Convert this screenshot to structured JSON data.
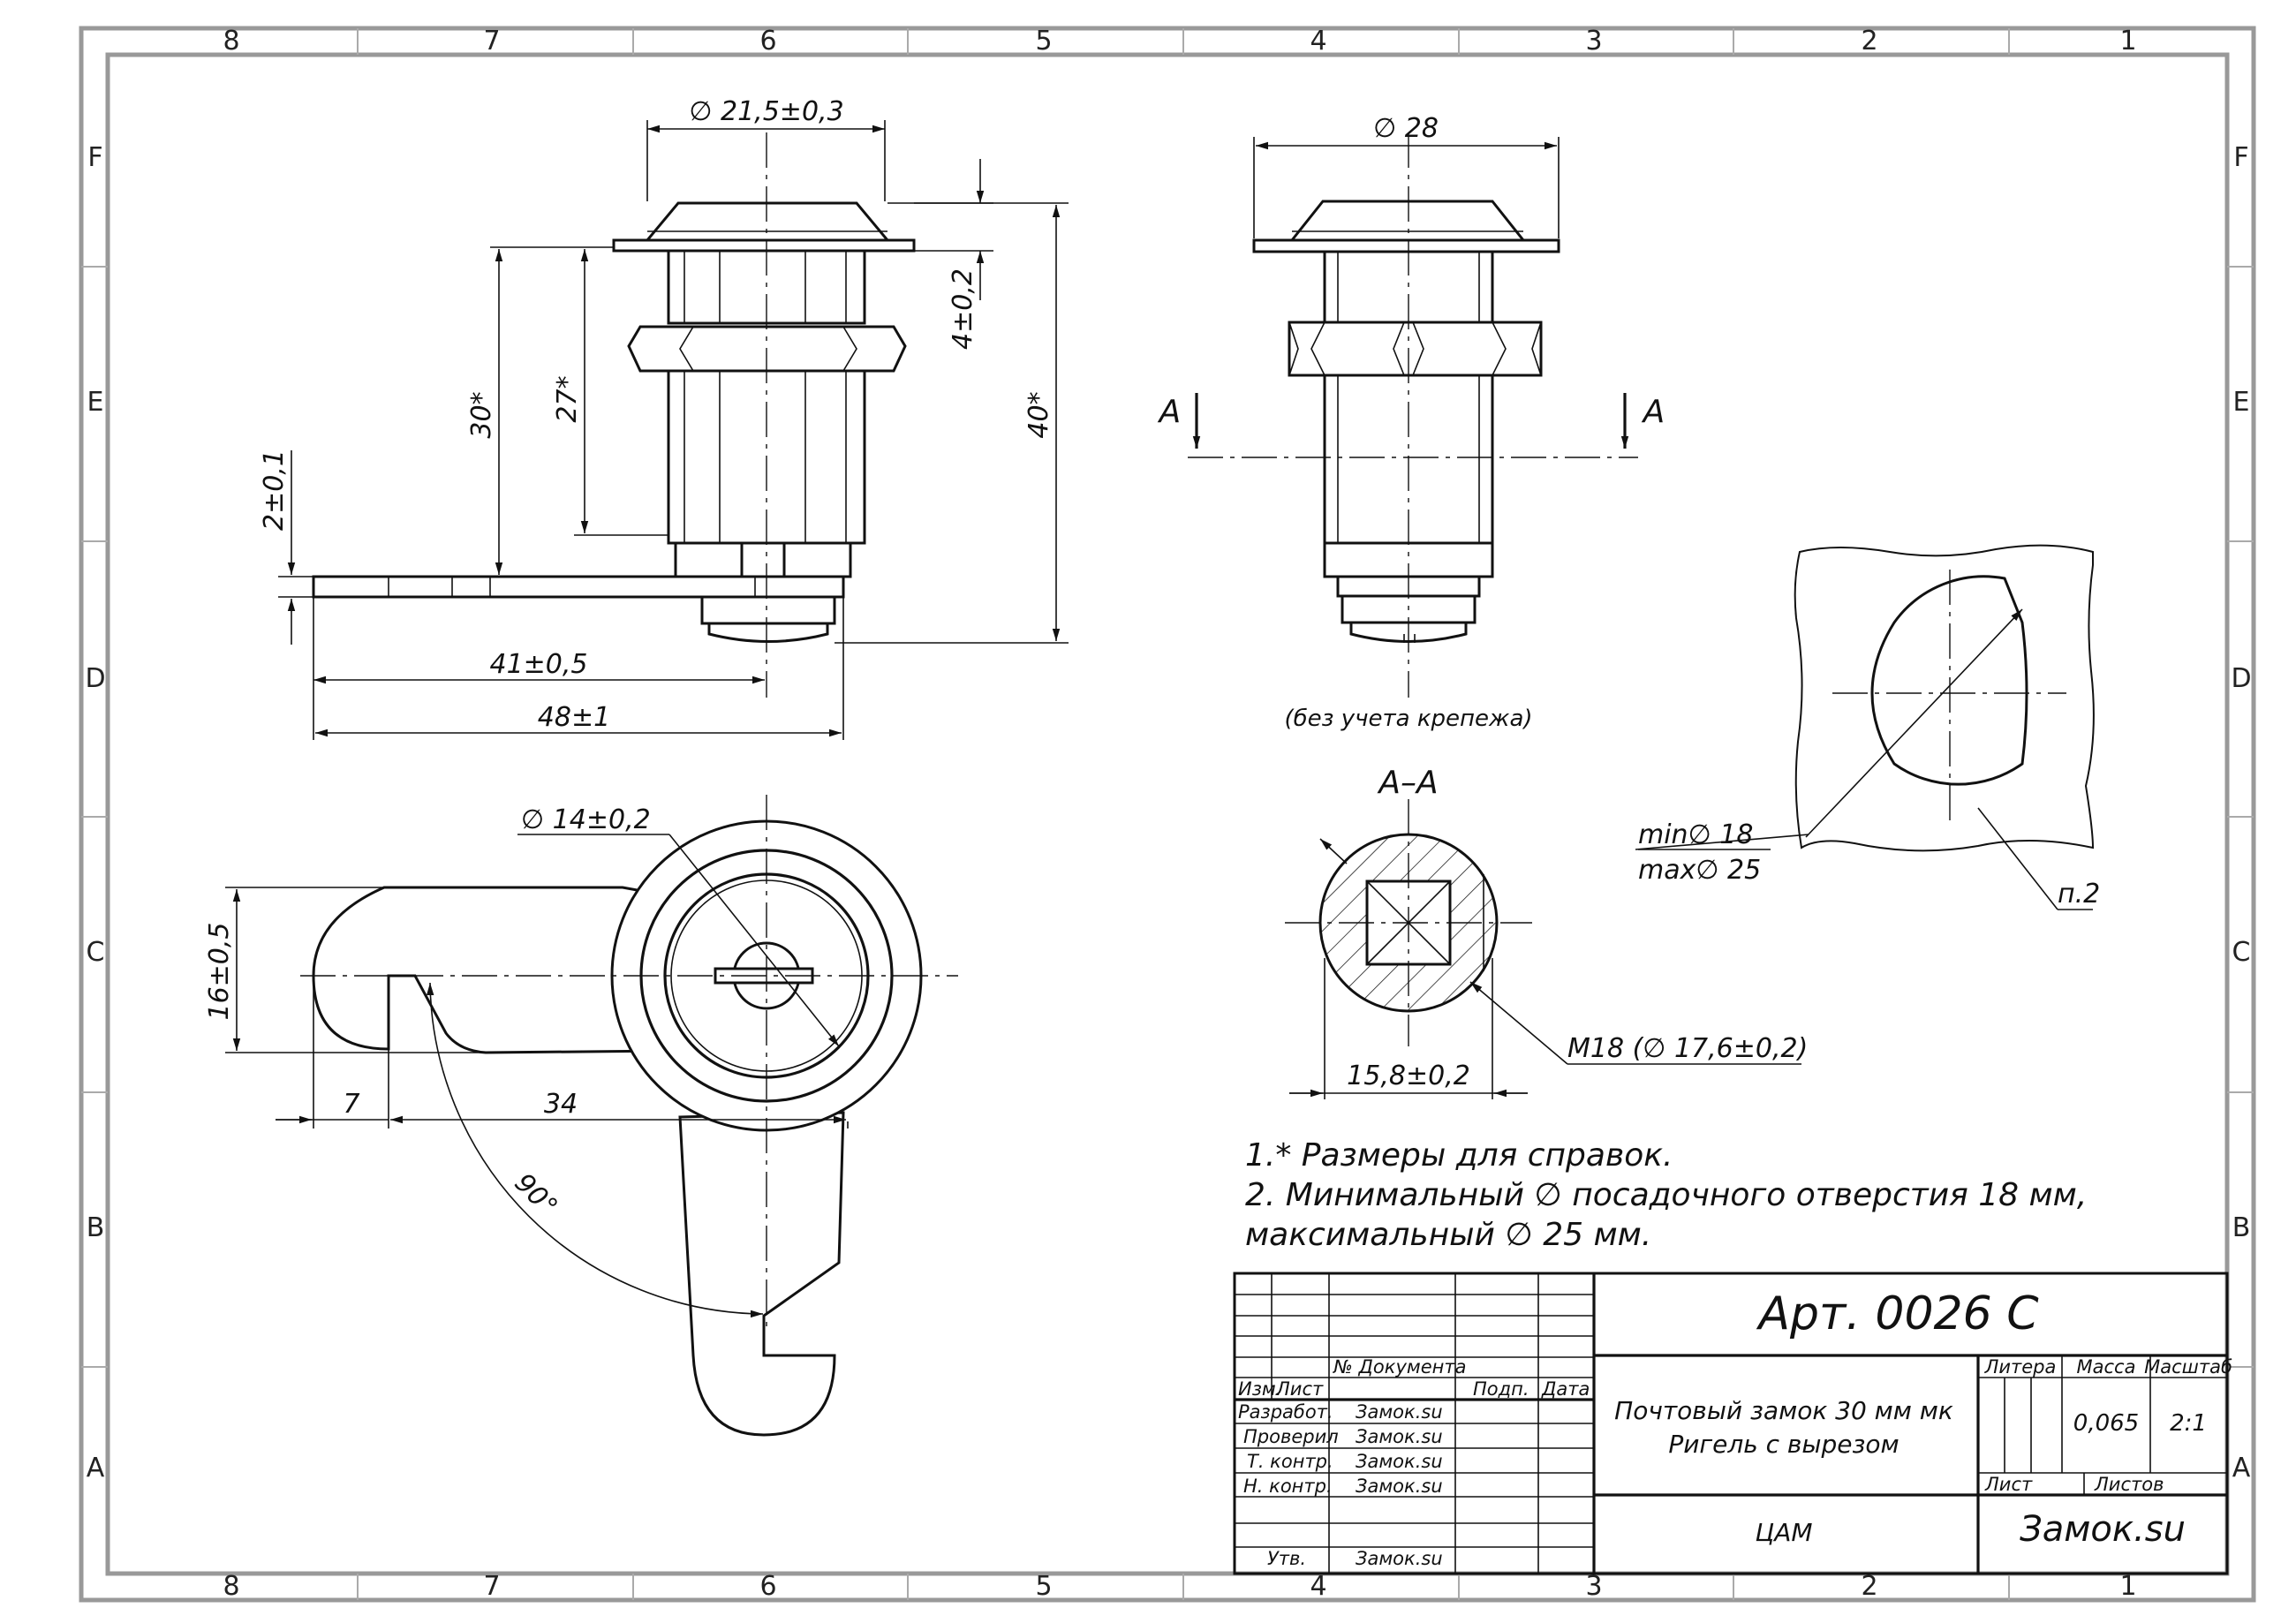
{
  "zones": {
    "columns": [
      "8",
      "7",
      "6",
      "5",
      "4",
      "3",
      "2",
      "1"
    ],
    "rows": [
      "F",
      "E",
      "D",
      "C",
      "B",
      "A"
    ]
  },
  "dims": {
    "d_head": "∅ 21,5±0,3",
    "d_head_side": "∅ 28",
    "h4": "4±0,2",
    "h30": "30*",
    "h27": "27*",
    "h40": "40*",
    "h2": "2±0,1",
    "l41": "41±0,5",
    "l48": "48±1",
    "d14": "∅ 14±0,2",
    "h16": "16±0,5",
    "l7": "7",
    "l34": "34",
    "a90": "90°",
    "w158": "15,8±0,2",
    "thread": "M18  (∅ 17,6±0,2)",
    "min_d": "min∅  18",
    "max_d": "max∅ 25"
  },
  "labels": {
    "section_left": "A",
    "section_right": "A",
    "section_title": "A–A",
    "without_fastener": "(без учета крепежа)",
    "item2": "п.2"
  },
  "notes": [
    "1.* Размеры для справок.",
    "2. Минимальный ∅ посадочного отверстия 18 мм,",
    "максимальный ∅  25 мм."
  ],
  "title_block": {
    "article": "Арт. 0026 С",
    "name_line1": "Почтовый замок 30 мм мк",
    "name_line2": "Ригель с вырезом",
    "org": "ЦАМ",
    "company": "Замок.su",
    "col_doc": "№ Документа",
    "col_izm": "Изм.",
    "col_list": "Лист",
    "col_podp": "Подп.",
    "col_data": "Дата",
    "litera": "Литера",
    "massa": "Масса",
    "masshtab": "Масштаб",
    "mass_value": "0,065",
    "scale_value": "2:1",
    "sheet": "Лист",
    "sheets": "Листов",
    "roles": [
      {
        "role": "Разработ.",
        "name": "Замок.su"
      },
      {
        "role": "Проверил",
        "name": "Замок.su"
      },
      {
        "role": "Т. контр.",
        "name": "Замок.su"
      },
      {
        "role": "Н. контр.",
        "name": "Замок.su"
      },
      {
        "role": "Утв.",
        "name": "Замок.su"
      }
    ]
  }
}
